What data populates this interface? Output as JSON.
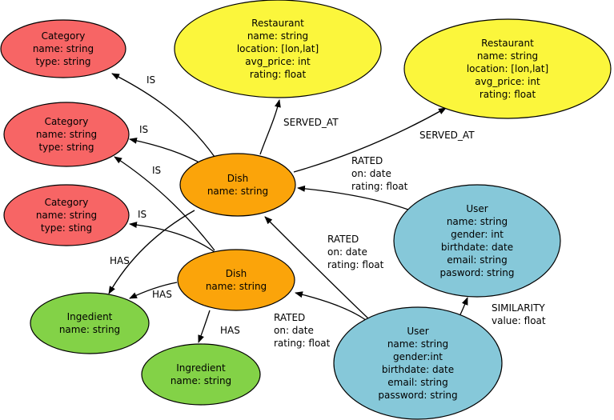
{
  "colors": {
    "category": "#f76565",
    "restaurant": "#fbf63c",
    "dish": "#fba40a",
    "user": "#86c8d9",
    "ingredient": "#83d247",
    "stroke": "#000000"
  },
  "nodes": [
    {
      "id": "category-1",
      "type": "category",
      "lines": [
        "Category",
        "name: string",
        "type: string"
      ]
    },
    {
      "id": "category-2",
      "type": "category",
      "lines": [
        "Category",
        "name: string",
        "type: string"
      ]
    },
    {
      "id": "category-3",
      "type": "category",
      "lines": [
        "Category",
        "name: string",
        "type: sting"
      ]
    },
    {
      "id": "restaurant-1",
      "type": "restaurant",
      "lines": [
        "Restaurant",
        "name: string",
        "location: [lon,lat]",
        "avg_price: int",
        "rating: float"
      ]
    },
    {
      "id": "restaurant-2",
      "type": "restaurant",
      "lines": [
        "Restaurant",
        "name: string",
        "location: [lon,lat]",
        "avg_price: int",
        "rating: float"
      ]
    },
    {
      "id": "dish-1",
      "type": "dish",
      "lines": [
        "Dish",
        "name: string"
      ]
    },
    {
      "id": "dish-2",
      "type": "dish",
      "lines": [
        "Dish",
        "name: string"
      ]
    },
    {
      "id": "user-1",
      "type": "user",
      "lines": [
        "User",
        "name: string",
        "gender: int",
        "birthdate: date",
        "email: string",
        "pasword: string"
      ]
    },
    {
      "id": "user-2",
      "type": "user",
      "lines": [
        "User",
        "name: string",
        "gender:int",
        "birthdate: date",
        "email: string",
        "password: string"
      ]
    },
    {
      "id": "ingredient-1",
      "type": "ingredient",
      "lines": [
        "Ingedient",
        "name: string"
      ]
    },
    {
      "id": "ingredient-2",
      "type": "ingredient",
      "lines": [
        "Ingredient",
        "name: string"
      ]
    }
  ],
  "edges": [
    {
      "id": "dish1-is-category1",
      "lines": [
        "IS"
      ]
    },
    {
      "id": "dish1-is-category2",
      "lines": [
        "IS"
      ]
    },
    {
      "id": "dish2-is-category2",
      "lines": [
        "IS"
      ]
    },
    {
      "id": "dish2-is-category3",
      "lines": [
        "IS"
      ]
    },
    {
      "id": "dish1-served-at-restaurant1",
      "lines": [
        "SERVED_AT"
      ]
    },
    {
      "id": "dish1-served-at-restaurant2",
      "lines": [
        "SERVED_AT"
      ]
    },
    {
      "id": "user1-rated-dish1",
      "lines": [
        "RATED",
        "on: date",
        "rating: float"
      ]
    },
    {
      "id": "user2-rated-dish1",
      "lines": [
        "RATED",
        "on: date",
        "rating: float"
      ]
    },
    {
      "id": "user2-rated-dish2",
      "lines": [
        "RATED",
        "on: date",
        "rating: float"
      ]
    },
    {
      "id": "user2-similarity-user1",
      "lines": [
        "SIMILARITY",
        "value: float"
      ]
    },
    {
      "id": "dish1-has-ingredient1",
      "lines": [
        "HAS"
      ]
    },
    {
      "id": "dish2-has-ingredient1",
      "lines": [
        "HAS"
      ]
    },
    {
      "id": "dish2-has-ingredient2",
      "lines": [
        "HAS"
      ]
    }
  ]
}
